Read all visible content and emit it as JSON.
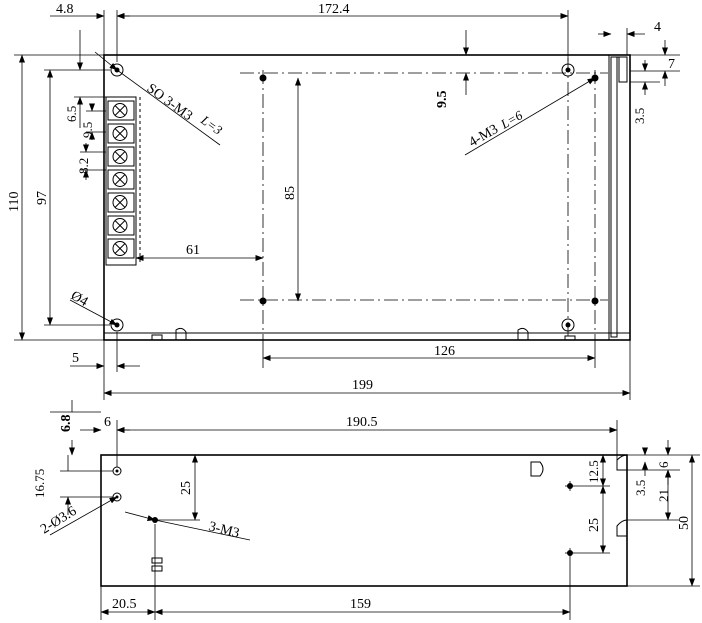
{
  "top_view": {
    "dims": {
      "d_4_8": "4.8",
      "d_172_4": "172.4",
      "d_4": "4",
      "d_7": "7",
      "d_9_5_top": "9.5",
      "d_3_5": "3.5",
      "d_110": "110",
      "d_97": "97",
      "d_6_5": "6.5",
      "d_9_5_left": "9.5",
      "d_8_2": "8.2",
      "d_85": "85",
      "d_61": "61",
      "d_126": "126",
      "d_5": "5",
      "d_199": "199"
    },
    "notes": {
      "so_screw": "SO 3-M3",
      "so_len": "L=3",
      "m3_screw": "4-M3",
      "m3_len": "L=6",
      "hole_dia": "Ø4"
    },
    "terminal_count": 7
  },
  "bottom_view": {
    "dims": {
      "d_6_8": "6.8",
      "d_6": "6",
      "d_190_5": "190.5",
      "d_16_75": "16.75",
      "d_25_left": "25",
      "d_12_5": "12.5",
      "d_6_right": "6",
      "d_3_5": "3.5",
      "d_21": "21",
      "d_25_right": "25",
      "d_50": "50",
      "d_20_5": "20.5",
      "d_159": "159"
    },
    "notes": {
      "holes": "2-Ø3.6",
      "m3": "3-M3"
    }
  }
}
